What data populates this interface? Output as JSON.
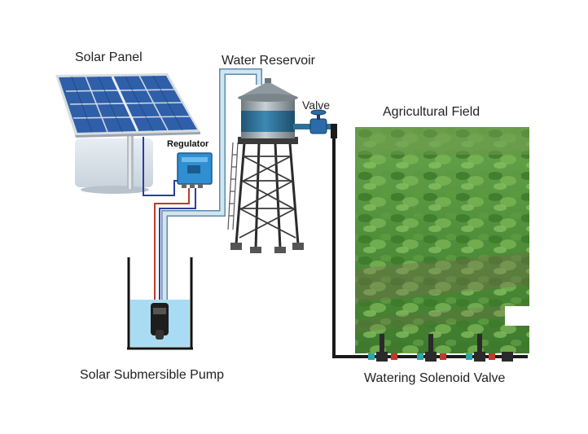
{
  "labels": {
    "solar_panel": "Solar Panel",
    "water_reservoir": "Water Reservoir",
    "valve": "Valve",
    "regulator": "Regulator",
    "agricultural_field": "Agricultural Field",
    "submersible_pump": "Solar Submersible Pump",
    "solenoid_valve": "Watering Solenoid Valve"
  },
  "colors": {
    "water_pipe": "#8fb8d6",
    "power_red": "#c0392b",
    "power_blue": "#2c3e9e",
    "panel_cell": "#2f5fa8",
    "tank_body": "#9aa6ad",
    "tank_band": "#2e6f96",
    "regulator": "#2f8fd0",
    "well_water": "#a9dcf3",
    "field_green": "#4f8f3a",
    "drip_pipe": "#1a1a1a"
  },
  "icons": [
    "solar-panel-icon",
    "regulator-box-icon",
    "water-tower-icon",
    "gate-valve-icon",
    "submersible-pump-icon",
    "solenoid-valve-icon"
  ]
}
